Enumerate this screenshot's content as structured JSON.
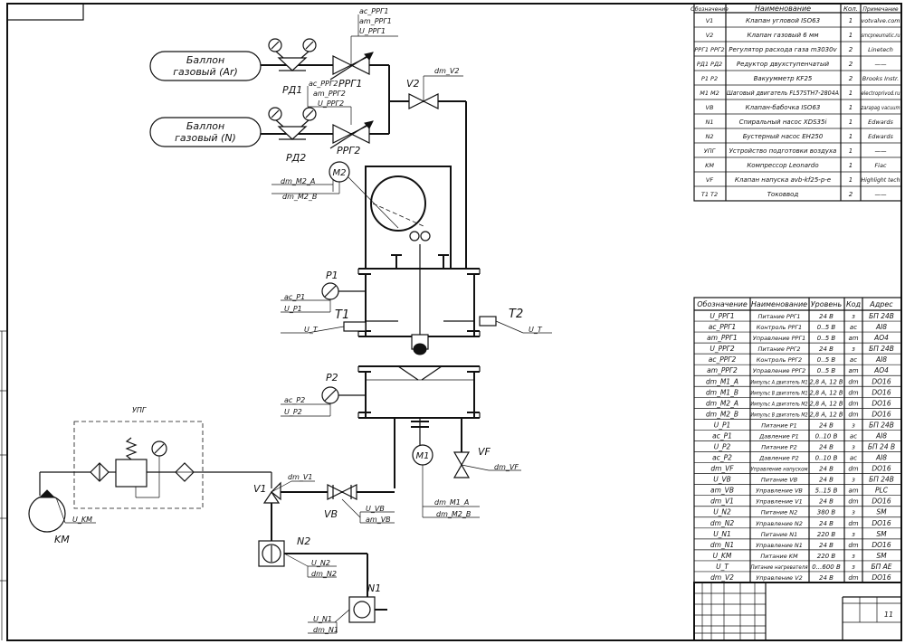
{
  "diagram": {
    "labels": {
      "cyl_ar_1": "Баллон",
      "cyl_ar_2": "газовый (Ar)",
      "cyl_n_1": "Баллон",
      "cyl_n_2": "газовый (N)",
      "rd1": "РД1",
      "rd2": "РД2",
      "rrg1": "РРГ1",
      "rrg2": "РРГ2",
      "v2": "V2",
      "dm_v2": "dm_V2",
      "ac_rrg1": "ac_PPГ1",
      "am_rrg1": "am_PPГ1",
      "u_rrg1": "U_PPГ1",
      "ac_rrg2": "ac_PPГ2",
      "am_rrg2": "am_PPГ2",
      "u_rrg2": "U_PPГ2",
      "m2": "M2",
      "dm_m2_a": "dm_M2_A",
      "dm_m2_b": "dm_M2_B",
      "p1": "P1",
      "ac_p1": "ac_P1",
      "u_p1": "U_P1",
      "p2": "P2",
      "ac_p2": "ac_P2",
      "u_p2": "U_P2",
      "t1": "T1",
      "t2": "T2",
      "u_t_left": "U_T",
      "u_t_right": "U_T",
      "m1": "M1",
      "dm_m1_a": "dm_M1_A",
      "dm_m1_b": "dm_M2_B",
      "vf": "VF",
      "dm_vf": "dm_VF",
      "upg": "УПГ",
      "km": "KM",
      "u_km": "U_KM",
      "v1": "V1",
      "dm_v1": "dm_V1",
      "vb": "VB",
      "u_vb": "U_VB",
      "am_vb": "am_VB",
      "n2": "N2",
      "u_n2": "U_N2",
      "dm_n2": "dm_N2",
      "n1": "N1",
      "u_n1": "U_N1",
      "dm_n1": "dm_N1"
    }
  },
  "parts_table": {
    "headers": [
      "Обозначение",
      "Наименование",
      "Кол.",
      "Примечание"
    ],
    "rows": [
      [
        "V1",
        "Клапан угловой ISO63",
        "1",
        "votvalve.com"
      ],
      [
        "V2",
        "Клапан газовый 6 мм",
        "1",
        "smcpneumatic.ru"
      ],
      [
        "РРГ1 РРГ2",
        "Регулятор расхода газа m3030v",
        "2",
        "Linetech"
      ],
      [
        "РД1 РД2",
        "Редуктор двухступенчатый",
        "2",
        "——"
      ],
      [
        "P1 P2",
        "Вакуумметр KF25",
        "2",
        "Brooks Instr."
      ],
      [
        "M1 M2",
        "Шаговый двигатель FL57STH7-2804A",
        "1",
        "electroprivod.ru"
      ],
      [
        "VB",
        "Клапан-бабочка ISO63",
        "1",
        "zarapag vacuum"
      ],
      [
        "N1",
        "Спиральный насос XDS35i",
        "1",
        "Edwards"
      ],
      [
        "N2",
        "Бустерный насос EH250",
        "1",
        "Edwards"
      ],
      [
        "УПГ",
        "Устройство подготовки воздуха",
        "1",
        "——"
      ],
      [
        "KM",
        "Компрессор Leonardo",
        "1",
        "Fiac"
      ],
      [
        "VF",
        "Клапан напуска avb-kf25-p-e",
        "1",
        "Highlight tech"
      ],
      [
        "T1 T2",
        "Токоввод",
        "2",
        "——"
      ]
    ]
  },
  "signals_table": {
    "headers": [
      "Обозначение",
      "Наименование",
      "Уровень",
      "Код",
      "Адрес"
    ],
    "rows": [
      [
        "U_PPГ1",
        "Питание PPГ1",
        "24 В",
        "з",
        "БП 24В"
      ],
      [
        "ac_PPГ1",
        "Контроль PPГ1",
        "0..5 В",
        "ac",
        "AI8"
      ],
      [
        "am_PPГ1",
        "Управление PPГ1",
        "0..5 В",
        "am",
        "AO4"
      ],
      [
        "U_PPГ2",
        "Питание PPГ2",
        "24 В",
        "з",
        "БП 24В"
      ],
      [
        "ac_PPГ2",
        "Контроль PPГ2",
        "0..5 В",
        "ac",
        "AI8"
      ],
      [
        "am_PPГ2",
        "Управление PPГ2",
        "0..5 В",
        "am",
        "AO4"
      ],
      [
        "dm_M1_A",
        "Импульс A двигатель M1",
        "2,8 А, 12 В",
        "dm",
        "DO16"
      ],
      [
        "dm_M1_B",
        "Импульс B двигатель M1",
        "2,8 А, 12 В",
        "dm",
        "DO16"
      ],
      [
        "dm_M2_A",
        "Импульс A двигатель M2",
        "2,8 А, 12 В",
        "dm",
        "DO16"
      ],
      [
        "dm_M2_B",
        "Импульс B двигатель M2",
        "2,8 А, 12 В",
        "dm",
        "DO16"
      ],
      [
        "U_P1",
        "Питание P1",
        "24 В",
        "з",
        "БП 24В"
      ],
      [
        "ac_P1",
        "Давление P1",
        "0..10 В",
        "ac",
        "AI8"
      ],
      [
        "U_P2",
        "Питание P2",
        "24 В",
        "з",
        "БП 24 В"
      ],
      [
        "ac_P2",
        "Давление P2",
        "0..10 В",
        "ac",
        "AI8"
      ],
      [
        "dm_VF",
        "Управление напуском",
        "24 В",
        "dm",
        "DO16"
      ],
      [
        "U_VB",
        "Питание VB",
        "24 В",
        "з",
        "БП 24В"
      ],
      [
        "am_VB",
        "Управление VB",
        "5..15 В",
        "am",
        "PLC"
      ],
      [
        "dm_V1",
        "Управление V1",
        "24 В",
        "dm",
        "DO16"
      ],
      [
        "U_N2",
        "Питание N2",
        "380 В",
        "з",
        "SM"
      ],
      [
        "dm_N2",
        "Управление N2",
        "24 В",
        "dm",
        "DO16"
      ],
      [
        "U_N1",
        "Питание N1",
        "220 В",
        "з",
        "SM"
      ],
      [
        "dm_N1",
        "Управление N1",
        "24 В",
        "dm",
        "DO16"
      ],
      [
        "U_KM",
        "Питание KM",
        "220 В",
        "з",
        "SM"
      ],
      [
        "U_T",
        "Питание нагревателя",
        "0...600 В",
        "з",
        "БП AE"
      ],
      [
        "dm_V2",
        "Управление V2",
        "24 В",
        "dm",
        "DO16"
      ]
    ]
  },
  "title_block": {
    "sheet_number": "11"
  }
}
